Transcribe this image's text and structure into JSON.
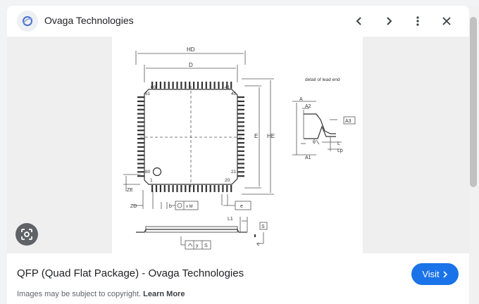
{
  "header": {
    "site_name": "Ovaga Technologies",
    "logo_icon": "ovaga-logo-icon",
    "prev_icon": "chevron-left-icon",
    "next_icon": "chevron-right-icon",
    "more_icon": "more-vert-icon",
    "close_icon": "close-icon"
  },
  "diagram": {
    "hd": "HD",
    "d": "D",
    "detail_label": "detail of lead end",
    "pin_60": "60",
    "pin_41": "41",
    "pin_61": "61",
    "pin_40": "40",
    "pin_80": "80",
    "pin_21": "21",
    "pin_1": "1",
    "pin_20": "20",
    "e": "E",
    "he": "HE",
    "ze": "ZE",
    "zd": "ZD",
    "b": "b",
    "xm": "x M",
    "e_small": "e",
    "a": "A",
    "a2": "A2",
    "a3": "A3",
    "a1": "A1",
    "theta": "θ",
    "l": "L",
    "lp": "Lp",
    "l1": "L1",
    "s": "S",
    "y": "y",
    "s2": "S",
    "c": "c"
  },
  "lens_icon": "google-lens-icon",
  "result": {
    "title": "QFP (Quad Flat Package) - Ovaga Technologies",
    "visit_label": "Visit",
    "visit_icon": "chevron-right-icon",
    "copyright_text": "Images may be subject to copyright.",
    "learn_more": "Learn More"
  }
}
